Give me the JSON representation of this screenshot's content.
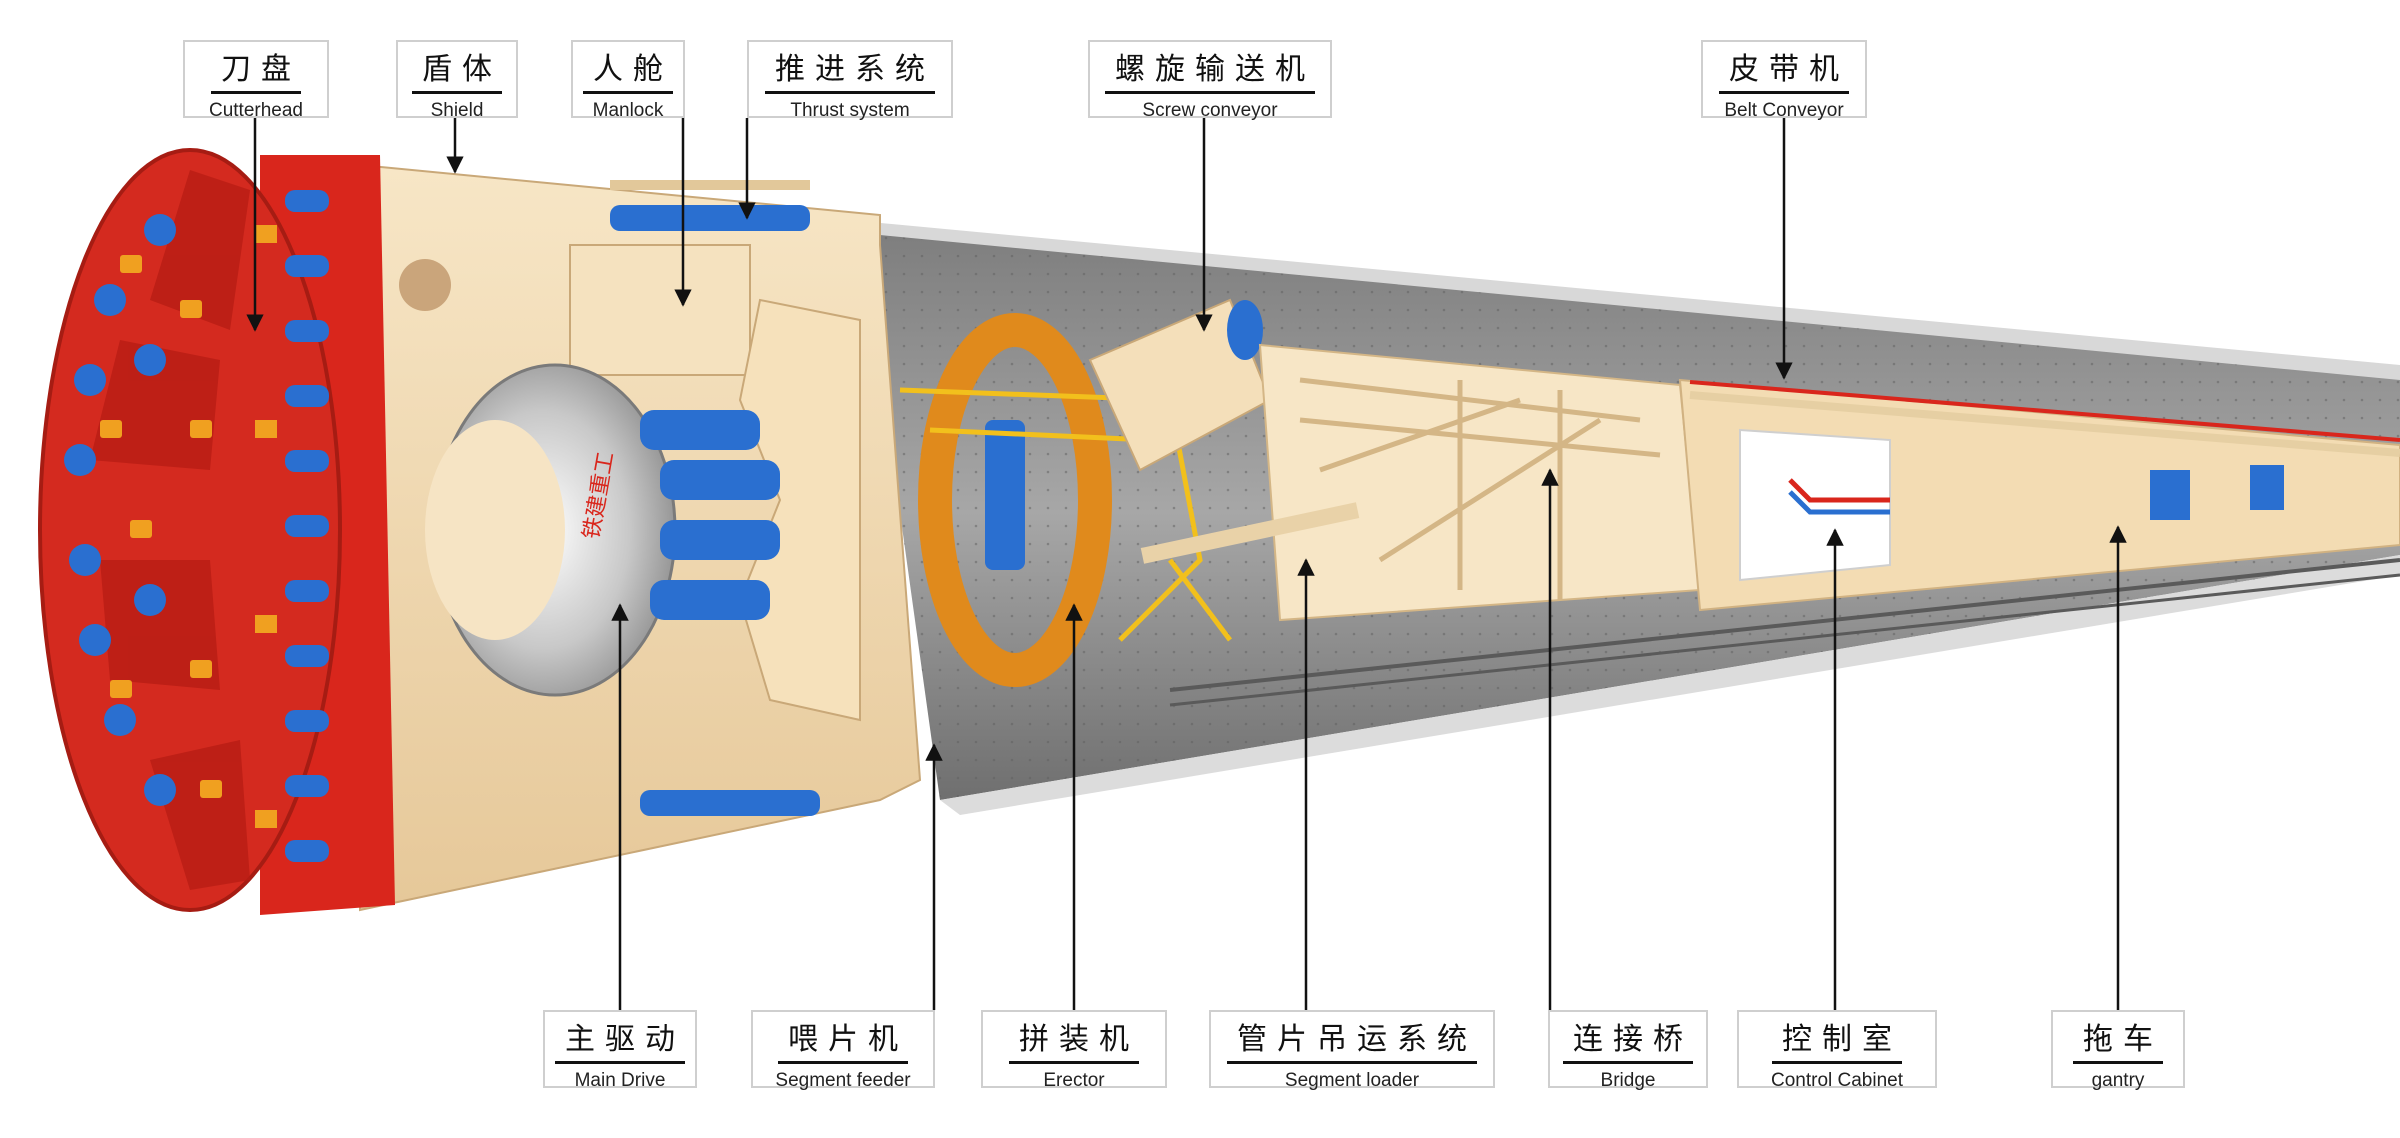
{
  "labels": {
    "cutterhead": {
      "zh": "刀盘",
      "en": "Cutterhead"
    },
    "shield": {
      "zh": "盾体",
      "en": "Shield"
    },
    "manlock": {
      "zh": "人舱",
      "en": "Manlock"
    },
    "thrust_system": {
      "zh": "推进系统",
      "en": "Thrust system"
    },
    "screw_conveyor": {
      "zh": "螺旋输送机",
      "en": "Screw conveyor"
    },
    "belt_conveyor": {
      "zh": "皮带机",
      "en": "Belt Conveyor"
    },
    "main_drive": {
      "zh": "主驱动",
      "en": "Main Drive"
    },
    "segment_feeder": {
      "zh": "喂片机",
      "en": "Segment feeder"
    },
    "erector": {
      "zh": "拼装机",
      "en": "Erector"
    },
    "segment_loader": {
      "zh": "管片吊运系统",
      "en": "Segment loader"
    },
    "bridge": {
      "zh": "连接桥",
      "en": "Bridge"
    },
    "control_cabinet": {
      "zh": "控制室",
      "en": "Control Cabinet"
    },
    "gantry": {
      "zh": "拖车",
      "en": "gantry"
    }
  },
  "machine_marking": {
    "brand": "铁建重工"
  },
  "colors": {
    "cutterhead_red": "#d9261c",
    "hydraulic_blue": "#2a6fd0",
    "body_cream": "#f3dcb3",
    "tunnel_gray": "#8c8c8c",
    "cutter_orange": "#f0a020",
    "leader_line": "#111111"
  }
}
